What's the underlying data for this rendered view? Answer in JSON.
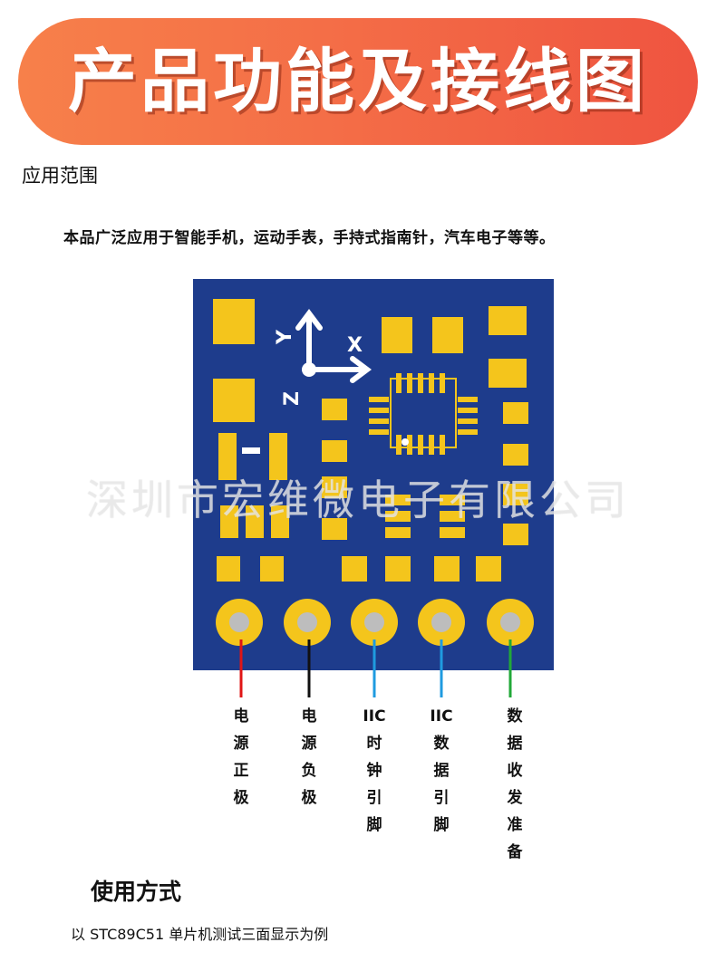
{
  "header": {
    "title": "产品功能及接线图"
  },
  "scope": {
    "label": "应用范围",
    "description": "本品广泛应用于智能手机，运动手表，手持式指南针，汽车电子等等。"
  },
  "board": {
    "axis_labels": {
      "x": "X",
      "y": "Y",
      "z": "Z"
    },
    "colors": {
      "pcb": "#1e3c8c",
      "pad": "#f4c51c",
      "via": "#bdbdbd"
    }
  },
  "pins": [
    {
      "lines": [
        "电",
        "源",
        "正",
        "极"
      ],
      "wire_color": "#e01515"
    },
    {
      "lines": [
        "电",
        "源",
        "负",
        "极"
      ],
      "wire_color": "#111111"
    },
    {
      "lines": [
        "IIC",
        "时",
        "钟",
        "引",
        "脚"
      ],
      "wire_color": "#1f9be0"
    },
    {
      "lines": [
        "IIC",
        "数",
        "据",
        "引",
        "脚"
      ],
      "wire_color": "#1f9be0"
    },
    {
      "lines": [
        "数",
        "据",
        "收",
        "发",
        "准",
        "备"
      ],
      "wire_color": "#22a838"
    }
  ],
  "watermark": "深圳市宏维微电子有限公司",
  "usage": {
    "title": "使用方式",
    "description": "以 STC89C51 单片机测试三面显示为例"
  }
}
